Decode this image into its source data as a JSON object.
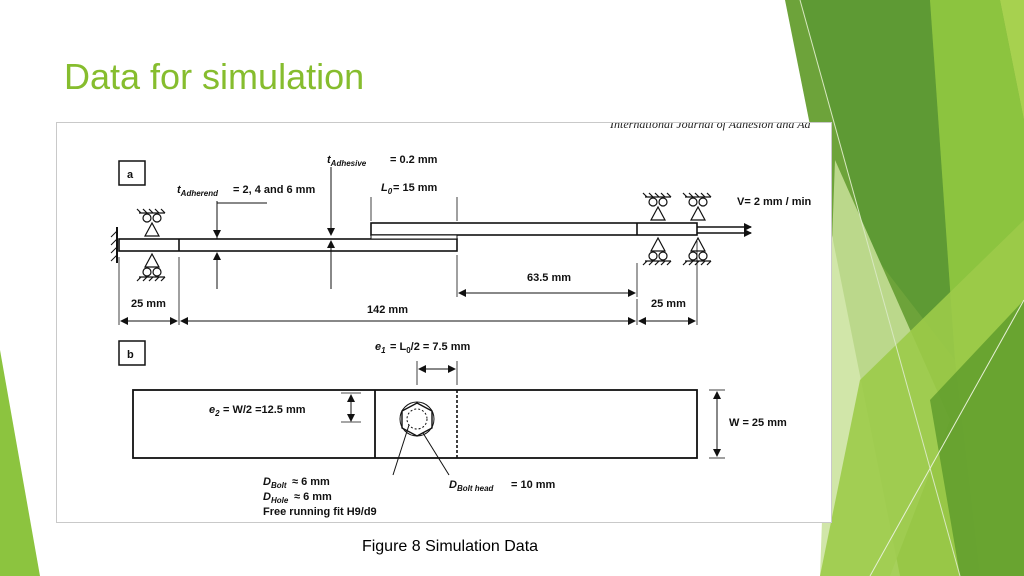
{
  "slide": {
    "title": "Data for simulation",
    "caption": "Figure 8 Simulation Data"
  },
  "colors": {
    "title": "#86bd2e",
    "accent_light": "#b9d66a",
    "accent_dark": "#4f8a26"
  },
  "figure": {
    "header_text": "International Journal of Adhesion and Ad",
    "panel_a": {
      "tag": "a",
      "t_adhesive": "= 0.2 mm",
      "t_adherend": "= 2, 4 and 6 mm",
      "l0": "= 15 mm",
      "velocity": "V= 2 mm / min",
      "dim_63_5": "63.5 mm",
      "dim_25_left": "25 mm",
      "dim_142": "142 mm",
      "dim_25_right": "25 mm"
    },
    "panel_b": {
      "tag": "b",
      "e1": "= L",
      "e1_rest": "/2 = 7.5 mm",
      "e2": "= W/2 =12.5 mm",
      "width": "W = 25 mm",
      "d_bolt": "≈ 6 mm",
      "d_hole": "≈ 6 mm",
      "fit": "Free running fit H9/d9",
      "d_bolt_head": "= 10 mm"
    }
  }
}
